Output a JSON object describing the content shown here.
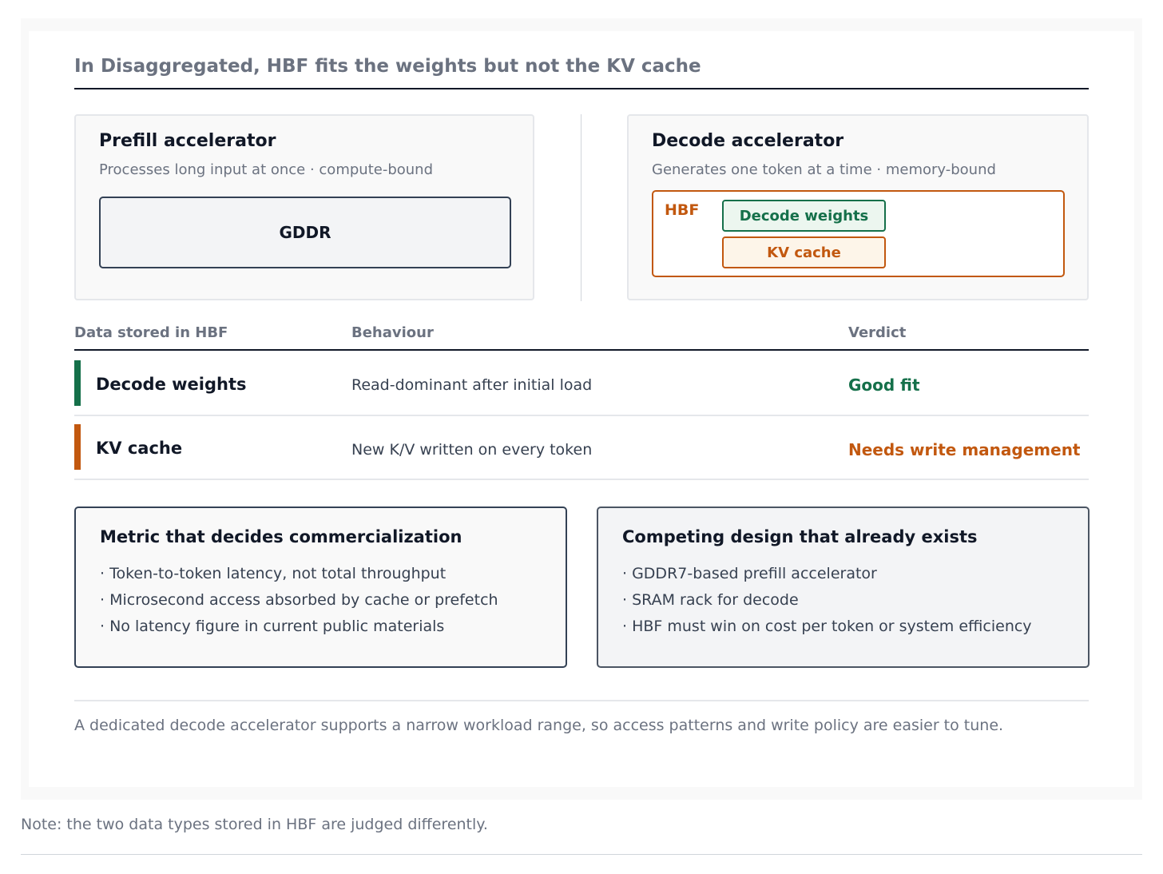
{
  "colors": {
    "good": "#15704a",
    "warn": "#c2580f",
    "border_dark": "#334155",
    "muted": "#6b7280"
  },
  "title": "In Disaggregated, HBF fits the weights but not the KV cache",
  "prefill": {
    "title": "Prefill accelerator",
    "subtitle": "Processes long input at once · compute-bound",
    "memory_label": "GDDR"
  },
  "decode": {
    "title": "Decode accelerator",
    "subtitle": "Generates one token at a time · memory-bound",
    "memory_label": "HBF",
    "chips": [
      "Decode weights",
      "KV cache"
    ]
  },
  "table": {
    "headers": [
      "Data stored in HBF",
      "Behaviour",
      "Verdict"
    ],
    "rows": [
      {
        "name": "Decode weights",
        "behaviour": "Read-dominant after initial load",
        "verdict": "Good fit",
        "status": "good"
      },
      {
        "name": "KV cache",
        "behaviour": "New K/V written on every token",
        "verdict": "Needs write management",
        "status": "warn"
      }
    ]
  },
  "metric_box": {
    "title": "Metric that decides commercialization",
    "items": [
      "· Token-to-token latency, not total throughput",
      "· Microsecond access absorbed by cache or prefetch",
      "· No latency figure in current public materials"
    ]
  },
  "competing_box": {
    "title": "Competing design that already exists",
    "items": [
      "· GDDR7-based prefill accelerator",
      "· SRAM rack for decode",
      "· HBF must win on cost per token or system efficiency"
    ]
  },
  "footer": "A dedicated decode accelerator supports a narrow workload range, so access patterns and write policy are easier to tune.",
  "note": "Note: the two data types stored in HBF are judged differently."
}
